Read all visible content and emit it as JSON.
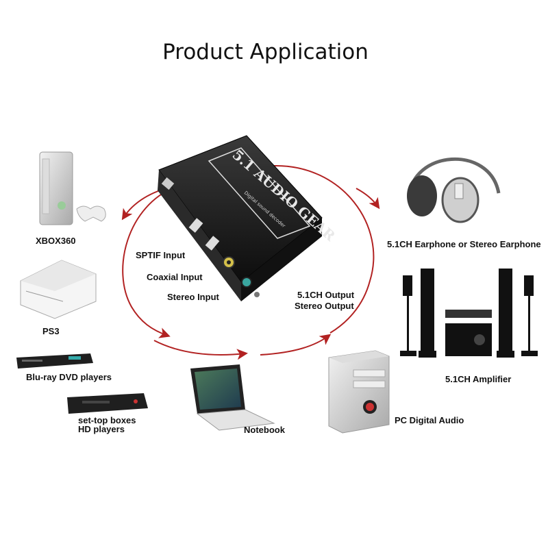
{
  "title": "Product Application",
  "device": {
    "brand": "5.1 AUDIO GEAR",
    "subtitle": "Digital sound decoder"
  },
  "ports": {
    "spdif": "SPTIF Input",
    "coaxial": "Coaxial Input",
    "stereo_in": "Stereo Input",
    "output_51": "5.1CH Output",
    "output_stereo": "Stereo Output"
  },
  "sources": [
    {
      "label": "XBOX360",
      "icon": "xbox360-icon"
    },
    {
      "label": "PS3",
      "icon": "ps3-icon"
    },
    {
      "label": "Blu-ray DVD players",
      "icon": "dvd-player-icon"
    },
    {
      "label_line1": "set-top boxes",
      "label_line2": "HD players",
      "icon": "set-top-box-icon"
    },
    {
      "label": "Notebook",
      "icon": "notebook-icon"
    }
  ],
  "outputs": [
    {
      "label": "5.1CH Earphone or Stereo Earphone",
      "icon": "headphones-icon"
    },
    {
      "label": "5.1CH  Amplifier",
      "icon": "amplifier-speakers-icon"
    },
    {
      "label": "PC Digital Audio",
      "icon": "pc-tower-icon"
    }
  ],
  "colors": {
    "arrow": "#b22222",
    "device_body": "#1a1a1a"
  }
}
